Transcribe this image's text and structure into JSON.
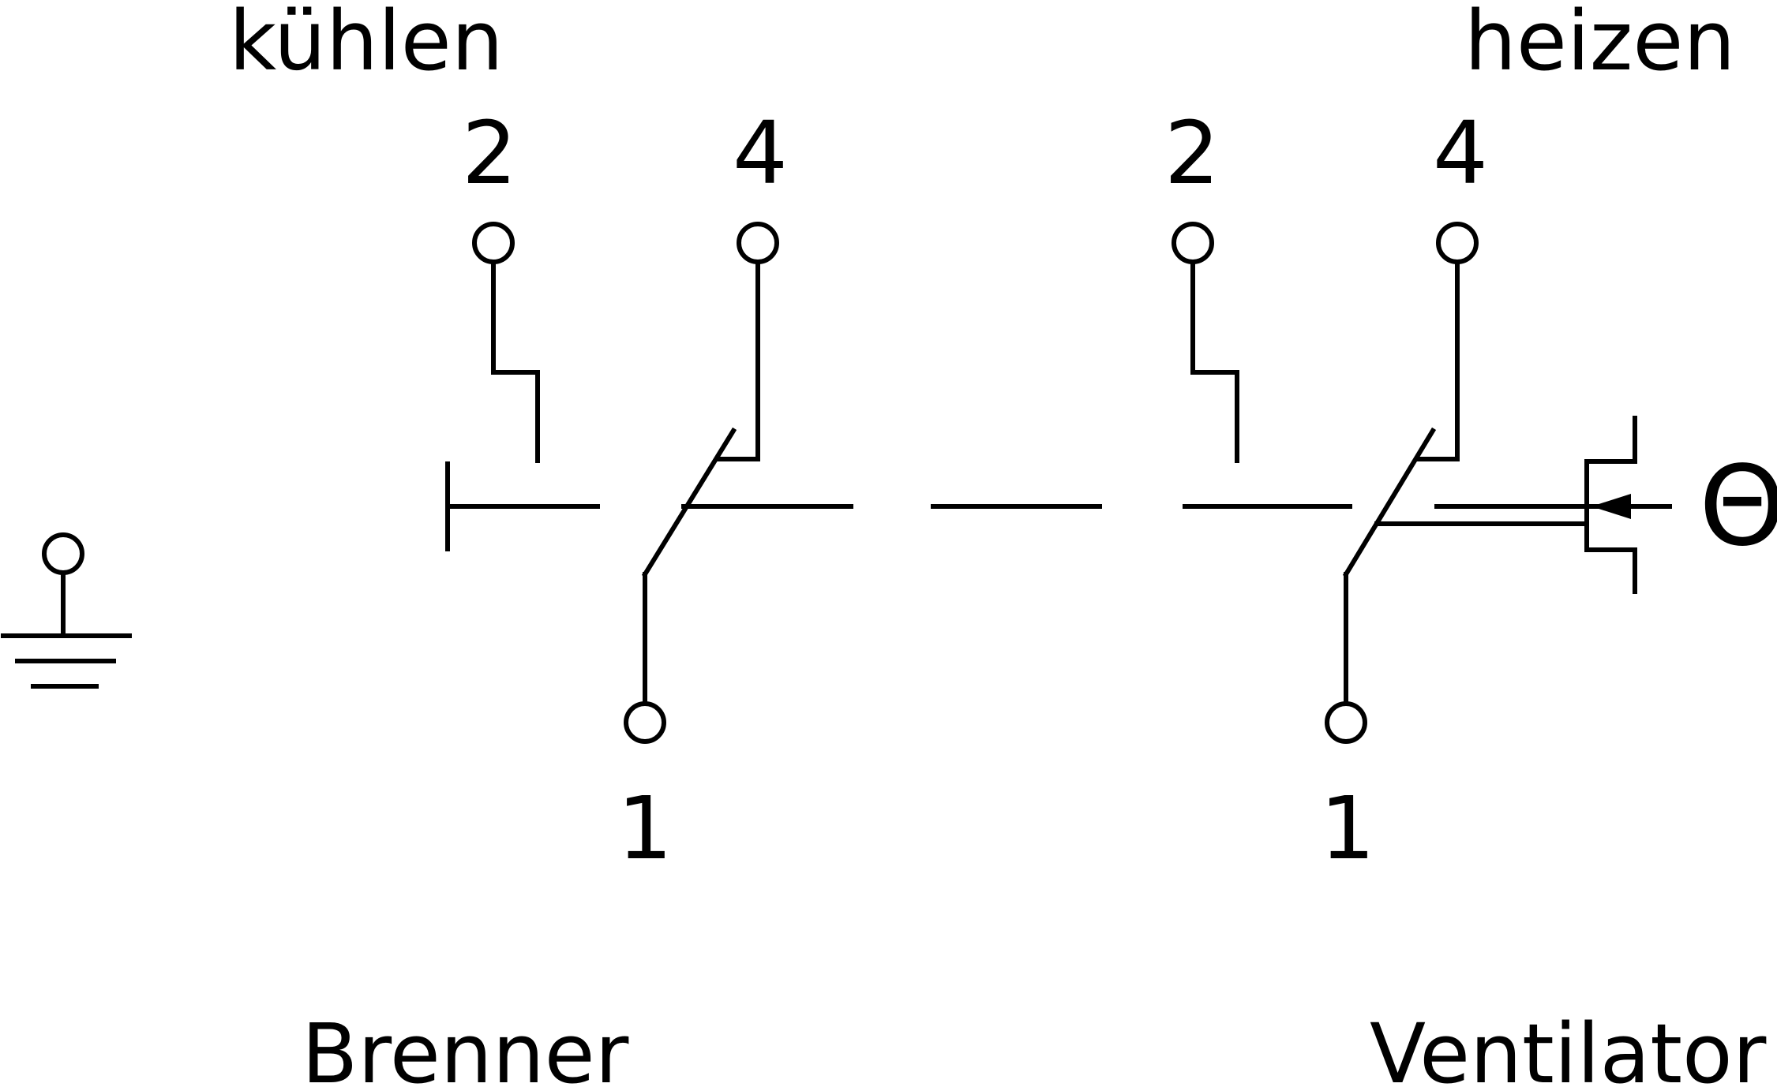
{
  "labels": {
    "top_left": "kühlen",
    "top_right": "heizen",
    "bottom_left": "Brenner",
    "bottom_right": "Ventilator",
    "theta": "Θ"
  },
  "switches": [
    {
      "name": "brenner",
      "terminals": [
        "2",
        "4",
        "1"
      ]
    },
    {
      "name": "ventilator",
      "terminals": [
        "2",
        "4",
        "1"
      ]
    }
  ]
}
